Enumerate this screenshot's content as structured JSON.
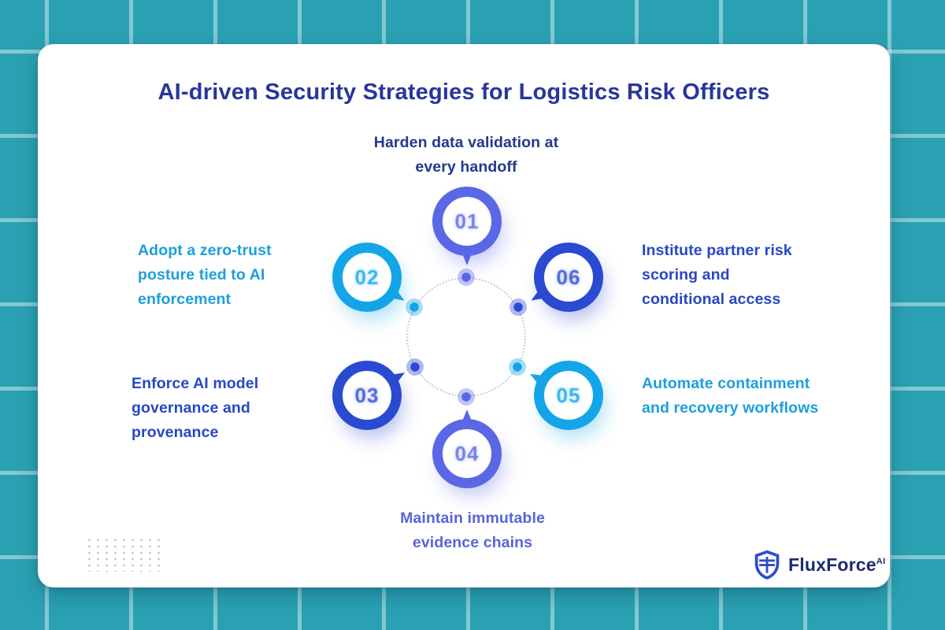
{
  "title": "AI-driven Security Strategies for Logistics Risk Officers",
  "steps": [
    {
      "num": "01",
      "label": "Harden data validation at\nevery handoff"
    },
    {
      "num": "02",
      "label": "Adopt a zero-trust\nposture tied to AI\nenforcement"
    },
    {
      "num": "03",
      "label": "Enforce AI model\ngovernance and\nprovenance"
    },
    {
      "num": "04",
      "label": "Maintain immutable\nevidence chains"
    },
    {
      "num": "05",
      "label": "Automate containment\nand recovery workflows"
    },
    {
      "num": "06",
      "label": "Institute partner risk\nscoring and\nconditional access"
    }
  ],
  "brand": {
    "name": "FluxForce",
    "suffix": "AI"
  },
  "colors": {
    "background_teal": "#2aa1b3",
    "grid_line": "#7ecddc",
    "card": "#ffffff",
    "title_text": "#28369b",
    "periwinkle": "#5a68e6",
    "cyan": "#14a5e8",
    "royal_blue": "#2a4ad2",
    "navy_label": "#24388f",
    "cyan_label": "#1d9fdd",
    "royal_label": "#2847c4",
    "periwinkle_label": "#5a63da",
    "logo_navy": "#1d2b6e"
  }
}
